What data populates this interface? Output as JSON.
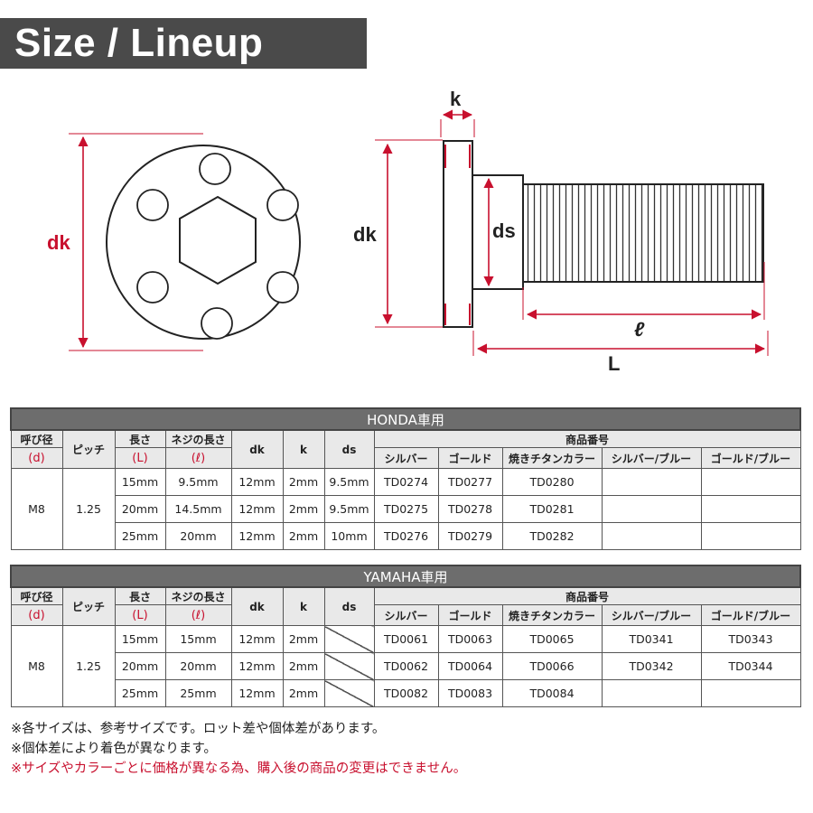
{
  "banner": {
    "title": "Size / Lineup"
  },
  "diagram": {
    "labels": {
      "dk_left": "dk",
      "dk_right": "dk",
      "k": "k",
      "ds": "ds",
      "ell": "ℓ",
      "L": "L"
    },
    "dim_color": "#c8102e"
  },
  "headers": {
    "d_label": "呼び径",
    "d_sym": "(d)",
    "pitch": "ピッチ",
    "length_label": "長さ",
    "length_sym": "(L)",
    "thread_label": "ネジの長さ",
    "thread_sym": "(ℓ)",
    "dk": "dk",
    "k": "k",
    "ds": "ds",
    "part_no": "商品番号",
    "colors": [
      "シルバー",
      "ゴールド",
      "焼きチタンカラー",
      "シルバー/ブルー",
      "ゴールド/ブルー"
    ]
  },
  "honda": {
    "title": "HONDA車用",
    "size": "M8",
    "pitch": "1.25",
    "rows": [
      {
        "L": "15mm",
        "l": "9.5mm",
        "dk": "12mm",
        "k": "2mm",
        "ds": "9.5mm",
        "codes": [
          "TD0274",
          "TD0277",
          "TD0280",
          "",
          ""
        ]
      },
      {
        "L": "20mm",
        "l": "14.5mm",
        "dk": "12mm",
        "k": "2mm",
        "ds": "9.5mm",
        "codes": [
          "TD0275",
          "TD0278",
          "TD0281",
          "",
          ""
        ]
      },
      {
        "L": "25mm",
        "l": "20mm",
        "dk": "12mm",
        "k": "2mm",
        "ds": "10mm",
        "codes": [
          "TD0276",
          "TD0279",
          "TD0282",
          "",
          ""
        ]
      }
    ]
  },
  "yamaha": {
    "title": "YAMAHA車用",
    "size": "M8",
    "pitch": "1.25",
    "rows": [
      {
        "L": "15mm",
        "l": "15mm",
        "dk": "12mm",
        "k": "2mm",
        "ds": "",
        "codes": [
          "TD0061",
          "TD0063",
          "TD0065",
          "TD0341",
          "TD0343"
        ]
      },
      {
        "L": "20mm",
        "l": "20mm",
        "dk": "12mm",
        "k": "2mm",
        "ds": "",
        "codes": [
          "TD0062",
          "TD0064",
          "TD0066",
          "TD0342",
          "TD0344"
        ]
      },
      {
        "L": "25mm",
        "l": "25mm",
        "dk": "12mm",
        "k": "2mm",
        "ds": "",
        "codes": [
          "TD0082",
          "TD0083",
          "TD0084",
          "",
          ""
        ]
      }
    ]
  },
  "notes": [
    "※各サイズは、参考サイズです。ロット差や個体差があります。",
    "※個体差により着色が異なります。",
    "※サイズやカラーごとに価格が異なる為、購入後の商品の変更はできません。"
  ]
}
